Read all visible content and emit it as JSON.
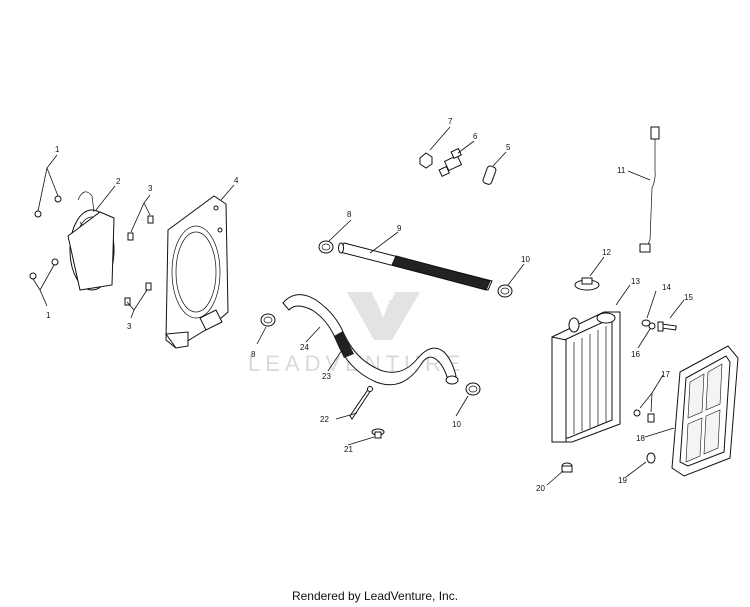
{
  "callouts": {
    "c1a": "1",
    "c1b": "1",
    "c2": "2",
    "c3a": "3",
    "c3b": "3",
    "c4": "4",
    "c5": "5",
    "c6": "6",
    "c7": "7",
    "c8a": "8",
    "c8b": "8",
    "c9": "9",
    "c10a": "10",
    "c10b": "10",
    "c11": "11",
    "c12": "12",
    "c13": "13",
    "c14": "14",
    "c15": "15",
    "c16": "16",
    "c17": "17",
    "c18": "18",
    "c19": "19",
    "c20": "20",
    "c21": "21",
    "c22": "22",
    "c23": "23",
    "c24": "24"
  },
  "watermark": "LEADVENTURE",
  "footer": "Rendered by LeadVenture, Inc.",
  "icons": {
    "watermark_logo": "leadventure-logo-icon"
  }
}
